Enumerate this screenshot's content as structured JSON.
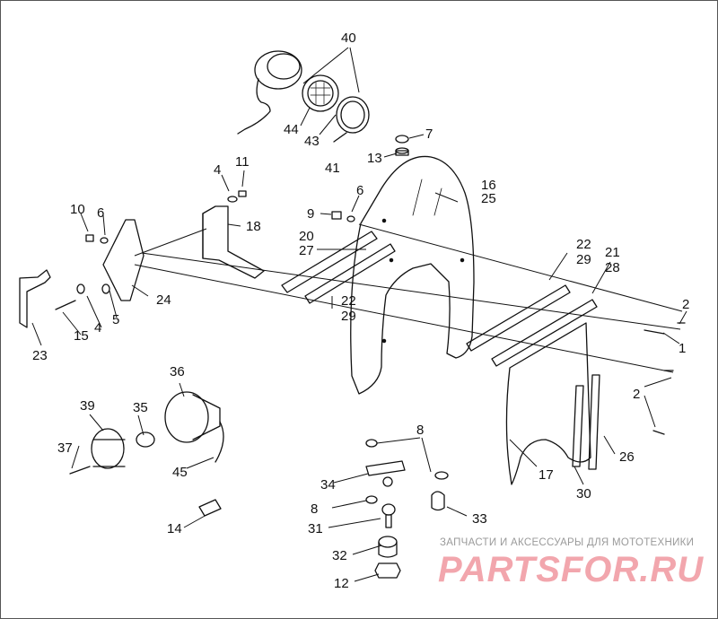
{
  "callouts": [
    "40",
    "44",
    "43",
    "41",
    "7",
    "13",
    "16",
    "25",
    "4",
    "11",
    "18",
    "9",
    "6",
    "10",
    "6",
    "20",
    "27",
    "22",
    "29",
    "21",
    "28",
    "22",
    "29",
    "2",
    "1",
    "2",
    "23",
    "15",
    "4",
    "5",
    "24",
    "36",
    "39",
    "35",
    "37",
    "45",
    "8",
    "34",
    "8",
    "31",
    "33",
    "32",
    "12",
    "14",
    "17",
    "30",
    "26"
  ],
  "watermark": {
    "caption": "ЗАПЧАСТИ И АКСЕССУАРЫ ДЛЯ МОТОТЕХНИКИ",
    "logo": "PARTSFOR.RU"
  },
  "colors": {
    "line": "#111111",
    "logo": "#f2a6ad",
    "caption": "#9a9a9a"
  }
}
